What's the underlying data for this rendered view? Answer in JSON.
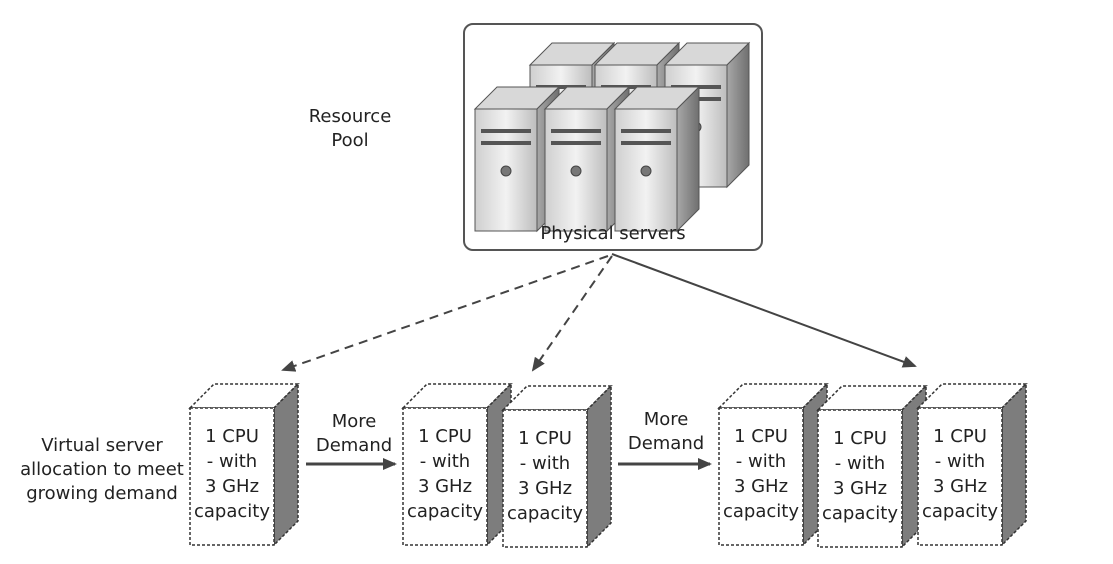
{
  "resource_pool_label": "Resource\nPool",
  "pool": {
    "caption": "Physical servers",
    "server_count": 6
  },
  "virtual_server_label": "Virtual server\nallocation to meet\ngrowing demand",
  "arrow_labels": {
    "first": "More\nDemand",
    "second": "More\nDemand"
  },
  "vm": {
    "line1": "1 CPU",
    "line2": "- with",
    "line3": "3 GHz",
    "line4": "capacity"
  },
  "groups": [
    {
      "vm_count": 1
    },
    {
      "vm_count": 2
    },
    {
      "vm_count": 3
    }
  ],
  "colors": {
    "line": "#444444",
    "server_face": "#e6e6e6",
    "server_side": "#8e8e8e",
    "vm_side": "#808080"
  }
}
